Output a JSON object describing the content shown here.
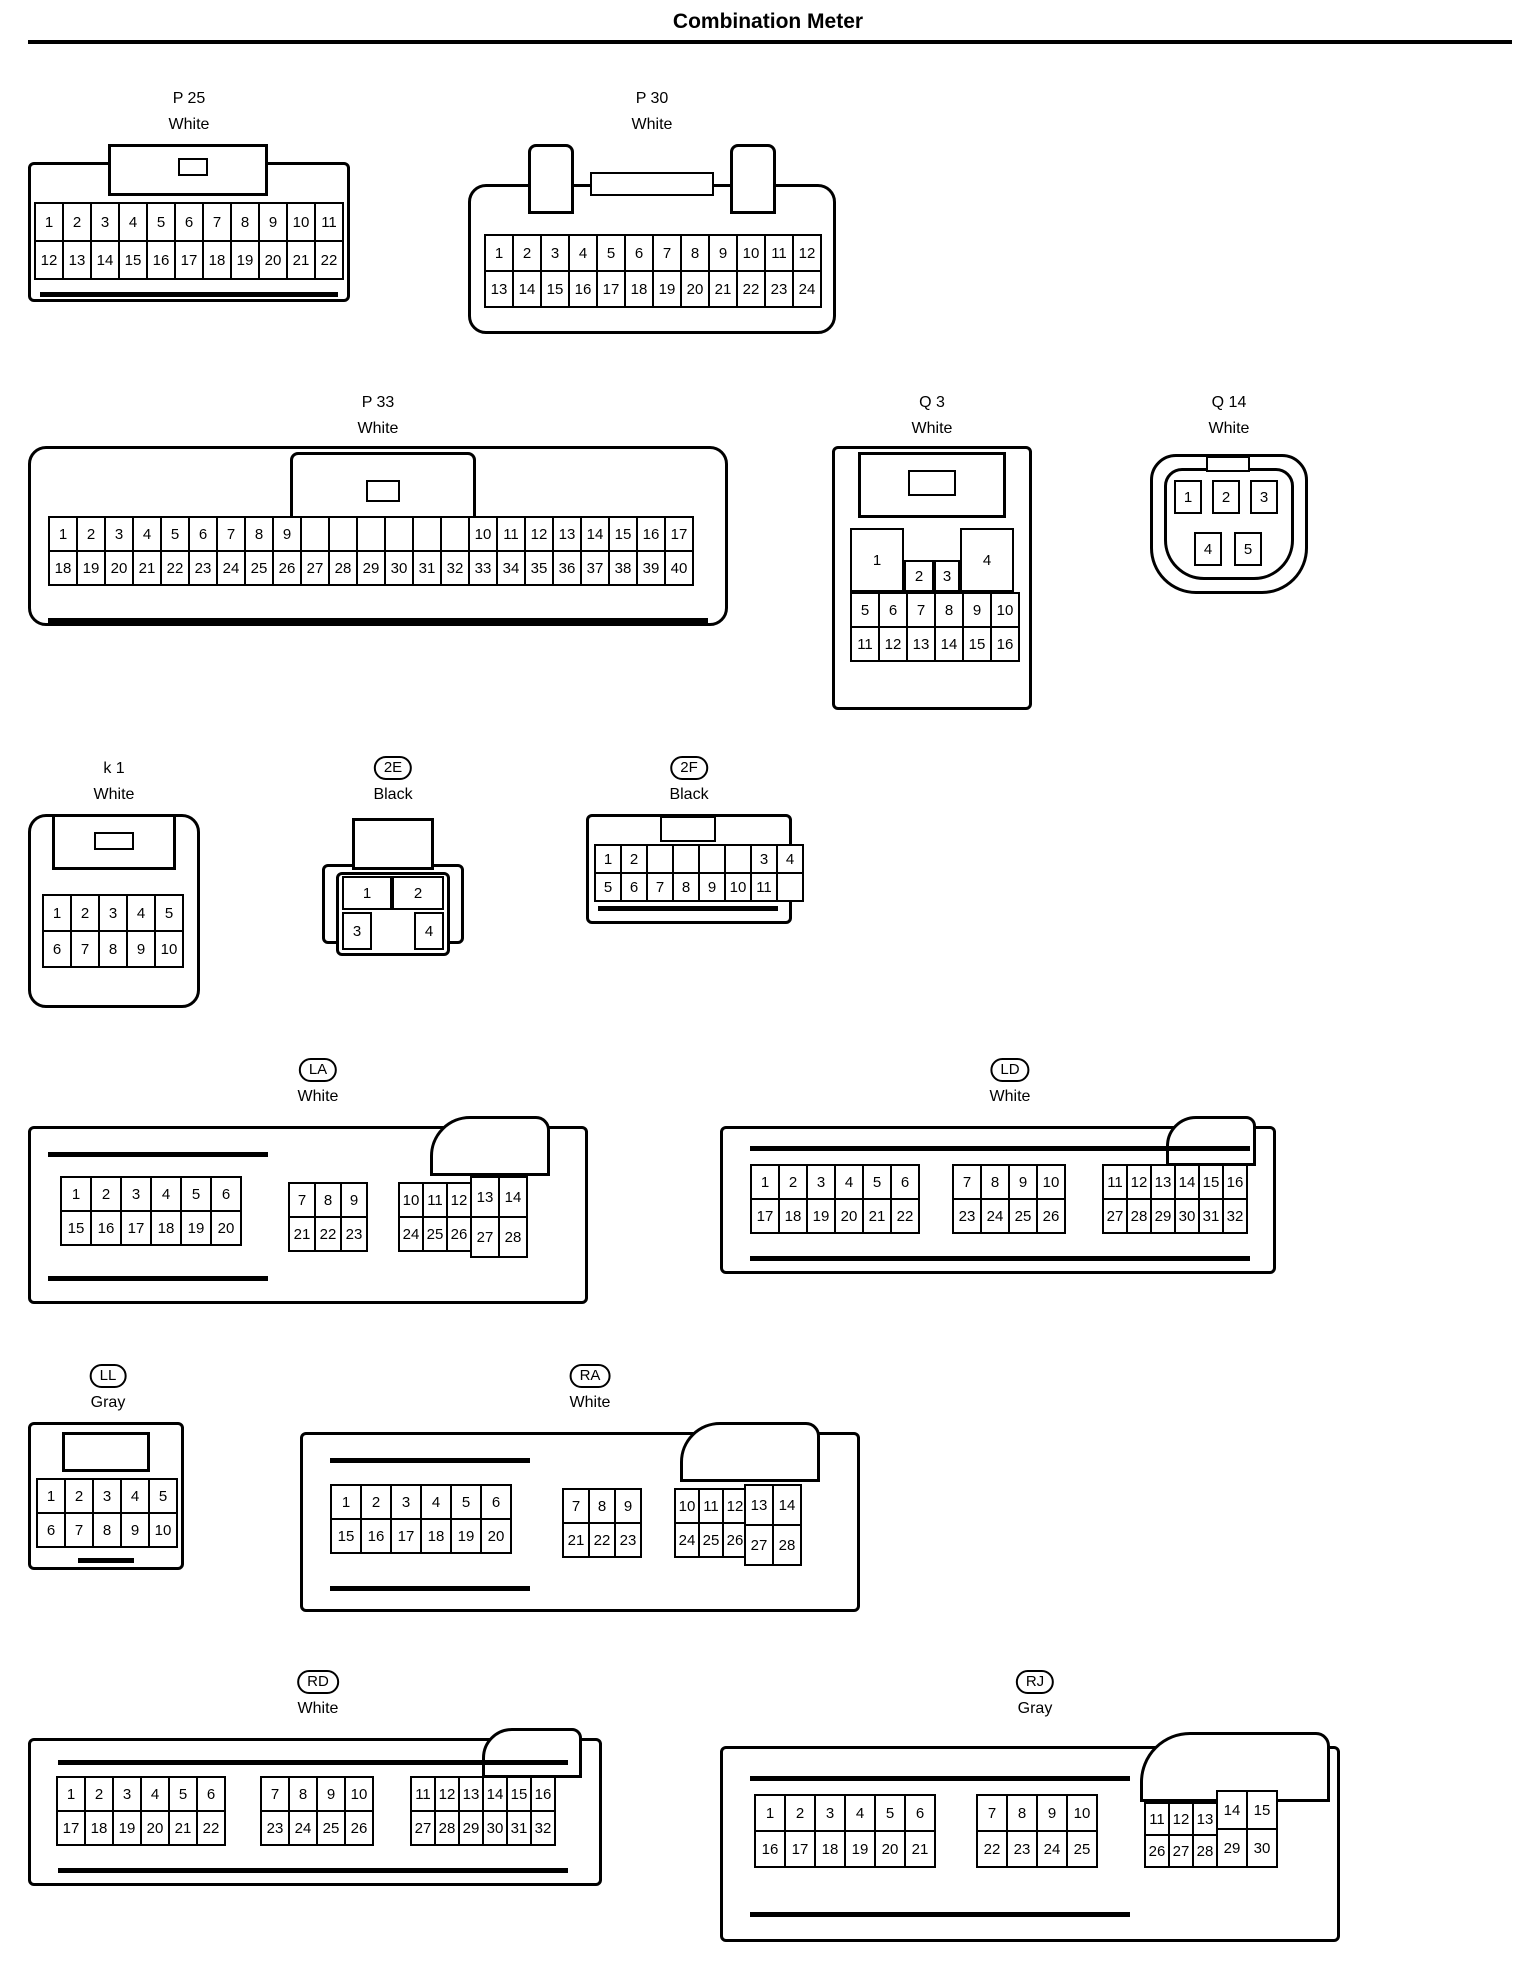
{
  "page": {
    "title": "Combination Meter"
  },
  "connectors": {
    "p25": {
      "code": "P 25",
      "color": "White",
      "rows": [
        [
          "1",
          "2",
          "3",
          "4",
          "5",
          "6",
          "7",
          "8",
          "9",
          "10",
          "11"
        ],
        [
          "12",
          "13",
          "14",
          "15",
          "16",
          "17",
          "18",
          "19",
          "20",
          "21",
          "22"
        ]
      ]
    },
    "p30": {
      "code": "P 30",
      "color": "White",
      "rows": [
        [
          "1",
          "2",
          "3",
          "4",
          "5",
          "6",
          "7",
          "8",
          "9",
          "10",
          "11",
          "12"
        ],
        [
          "13",
          "14",
          "15",
          "16",
          "17",
          "18",
          "19",
          "20",
          "21",
          "22",
          "23",
          "24"
        ]
      ]
    },
    "p33": {
      "code": "P 33",
      "color": "White",
      "rows": [
        [
          "1",
          "2",
          "3",
          "4",
          "5",
          "6",
          "7",
          "8",
          "9",
          "",
          "",
          "",
          "",
          "",
          "",
          "10",
          "11",
          "12",
          "13",
          "14",
          "15",
          "16",
          "17"
        ],
        [
          "18",
          "19",
          "20",
          "21",
          "22",
          "23",
          "24",
          "25",
          "26",
          "27",
          "28",
          "29",
          "30",
          "31",
          "32",
          "33",
          "34",
          "35",
          "36",
          "37",
          "38",
          "39",
          "40"
        ]
      ]
    },
    "q3": {
      "code": "Q 3",
      "color": "White",
      "big": [
        "1",
        "2",
        "3",
        "4"
      ],
      "rows": [
        [
          "5",
          "6",
          "7",
          "8",
          "9",
          "10"
        ],
        [
          "11",
          "12",
          "13",
          "14",
          "15",
          "16"
        ]
      ]
    },
    "q14": {
      "code": "Q 14",
      "color": "White",
      "pins": [
        "1",
        "2",
        "3",
        "4",
        "5"
      ]
    },
    "k1": {
      "code": "k 1",
      "color": "White",
      "rows": [
        [
          "1",
          "2",
          "3",
          "4",
          "5"
        ],
        [
          "6",
          "7",
          "8",
          "9",
          "10"
        ]
      ]
    },
    "c2e": {
      "code": "2E",
      "color": "Black",
      "pins": [
        "1",
        "2",
        "3",
        "4"
      ]
    },
    "c2f": {
      "code": "2F",
      "color": "Black",
      "rows": [
        [
          "1",
          "2",
          "",
          "",
          "",
          "",
          "3",
          "4"
        ],
        [
          "5",
          "6",
          "7",
          "8",
          "9",
          "10",
          "11",
          ""
        ]
      ]
    },
    "la": {
      "code": "LA",
      "color": "White",
      "g1": [
        [
          "1",
          "2",
          "3",
          "4",
          "5",
          "6"
        ],
        [
          "15",
          "16",
          "17",
          "18",
          "19",
          "20"
        ]
      ],
      "g2": [
        [
          "7",
          "8",
          "9"
        ],
        [
          "21",
          "22",
          "23"
        ]
      ],
      "g3": [
        [
          "10",
          "11",
          "12"
        ],
        [
          "24",
          "25",
          "26"
        ]
      ],
      "g4": [
        [
          "13",
          "14"
        ],
        [
          "27",
          "28"
        ]
      ]
    },
    "ld": {
      "code": "LD",
      "color": "White",
      "g1": [
        [
          "1",
          "2",
          "3",
          "4",
          "5",
          "6"
        ],
        [
          "17",
          "18",
          "19",
          "20",
          "21",
          "22"
        ]
      ],
      "g2": [
        [
          "7",
          "8",
          "9",
          "10"
        ],
        [
          "23",
          "24",
          "25",
          "26"
        ]
      ],
      "g3": [
        [
          "11",
          "12",
          "13",
          "14",
          "15",
          "16"
        ],
        [
          "27",
          "28",
          "29",
          "30",
          "31",
          "32"
        ]
      ]
    },
    "ll": {
      "code": "LL",
      "color": "Gray",
      "rows": [
        [
          "1",
          "2",
          "3",
          "4",
          "5"
        ],
        [
          "6",
          "7",
          "8",
          "9",
          "10"
        ]
      ]
    },
    "ra": {
      "code": "RA",
      "color": "White",
      "g1": [
        [
          "1",
          "2",
          "3",
          "4",
          "5",
          "6"
        ],
        [
          "15",
          "16",
          "17",
          "18",
          "19",
          "20"
        ]
      ],
      "g2": [
        [
          "7",
          "8",
          "9"
        ],
        [
          "21",
          "22",
          "23"
        ]
      ],
      "g3": [
        [
          "10",
          "11",
          "12"
        ],
        [
          "24",
          "25",
          "26"
        ]
      ],
      "g4": [
        [
          "13",
          "14"
        ],
        [
          "27",
          "28"
        ]
      ]
    },
    "rd": {
      "code": "RD",
      "color": "White",
      "g1": [
        [
          "1",
          "2",
          "3",
          "4",
          "5",
          "6"
        ],
        [
          "17",
          "18",
          "19",
          "20",
          "21",
          "22"
        ]
      ],
      "g2": [
        [
          "7",
          "8",
          "9",
          "10"
        ],
        [
          "23",
          "24",
          "25",
          "26"
        ]
      ],
      "g3": [
        [
          "11",
          "12",
          "13",
          "14",
          "15",
          "16"
        ],
        [
          "27",
          "28",
          "29",
          "30",
          "31",
          "32"
        ]
      ]
    },
    "rj": {
      "code": "RJ",
      "color": "Gray",
      "g1": [
        [
          "1",
          "2",
          "3",
          "4",
          "5",
          "6"
        ],
        [
          "16",
          "17",
          "18",
          "19",
          "20",
          "21"
        ]
      ],
      "g2": [
        [
          "7",
          "8",
          "9",
          "10"
        ],
        [
          "22",
          "23",
          "24",
          "25"
        ]
      ],
      "g3": [
        [
          "11",
          "12",
          "13"
        ],
        [
          "26",
          "27",
          "28"
        ]
      ],
      "g4": [
        [
          "14",
          "15"
        ],
        [
          "29",
          "30"
        ]
      ]
    }
  }
}
